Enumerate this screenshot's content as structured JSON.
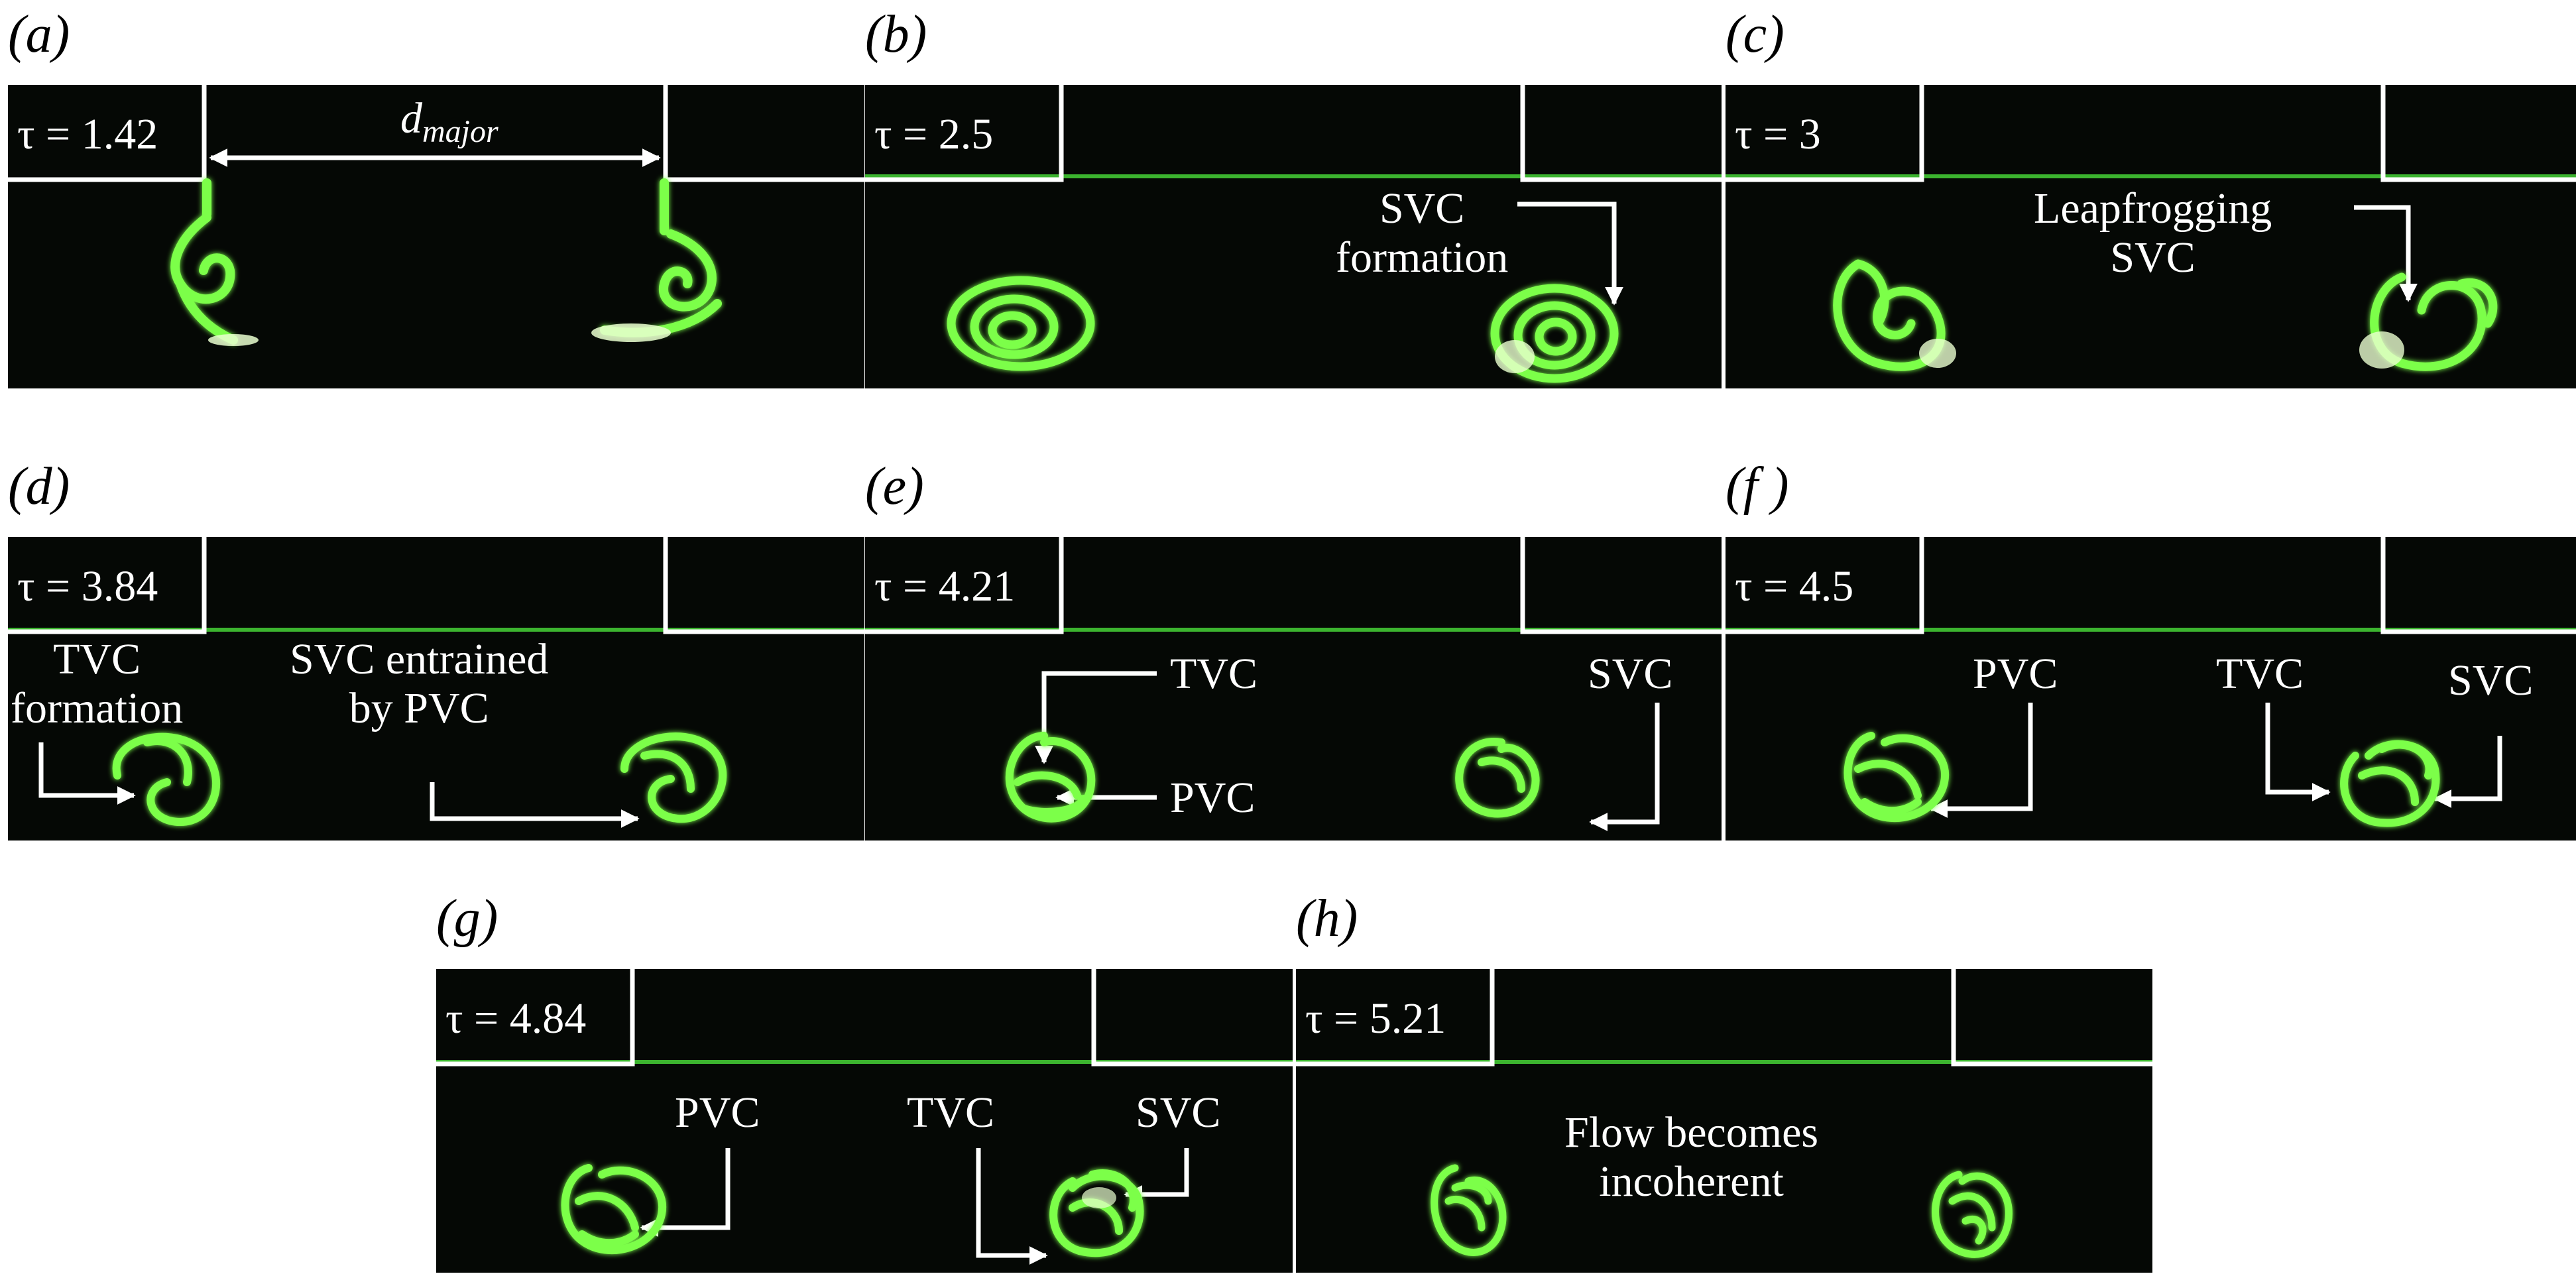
{
  "colors": {
    "background": "#ffffff",
    "panel": "#050805",
    "dye": "#7cff4a",
    "dye_core": "#eaffd0",
    "annotation": "#ffffff"
  },
  "panels": [
    {
      "label": "(a)",
      "tau": "τ = 1.42",
      "dimension": "d",
      "dimension_sub": "major"
    },
    {
      "label": "(b)",
      "tau": "τ = 2.5",
      "annotations": [
        "SVC\nformation"
      ]
    },
    {
      "label": "(c)",
      "tau": "τ = 3",
      "annotations": [
        "Leapfrogging\nSVC"
      ]
    },
    {
      "label": "(d)",
      "tau": "τ = 3.84",
      "annotations": [
        "TVC\nformation",
        "SVC entrained\nby PVC"
      ]
    },
    {
      "label": "(e)",
      "tau": "τ = 4.21",
      "annotations": [
        "TVC",
        "PVC",
        "SVC"
      ]
    },
    {
      "label": "(f )",
      "tau": "τ = 4.5",
      "annotations": [
        "PVC",
        "TVC",
        "SVC"
      ]
    },
    {
      "label": "(g)",
      "tau": "τ = 4.84",
      "annotations": [
        "PVC",
        "TVC",
        "SVC"
      ]
    },
    {
      "label": "(h)",
      "tau": "τ = 5.21",
      "annotations": [
        "Flow becomes\nincoherent"
      ]
    }
  ]
}
